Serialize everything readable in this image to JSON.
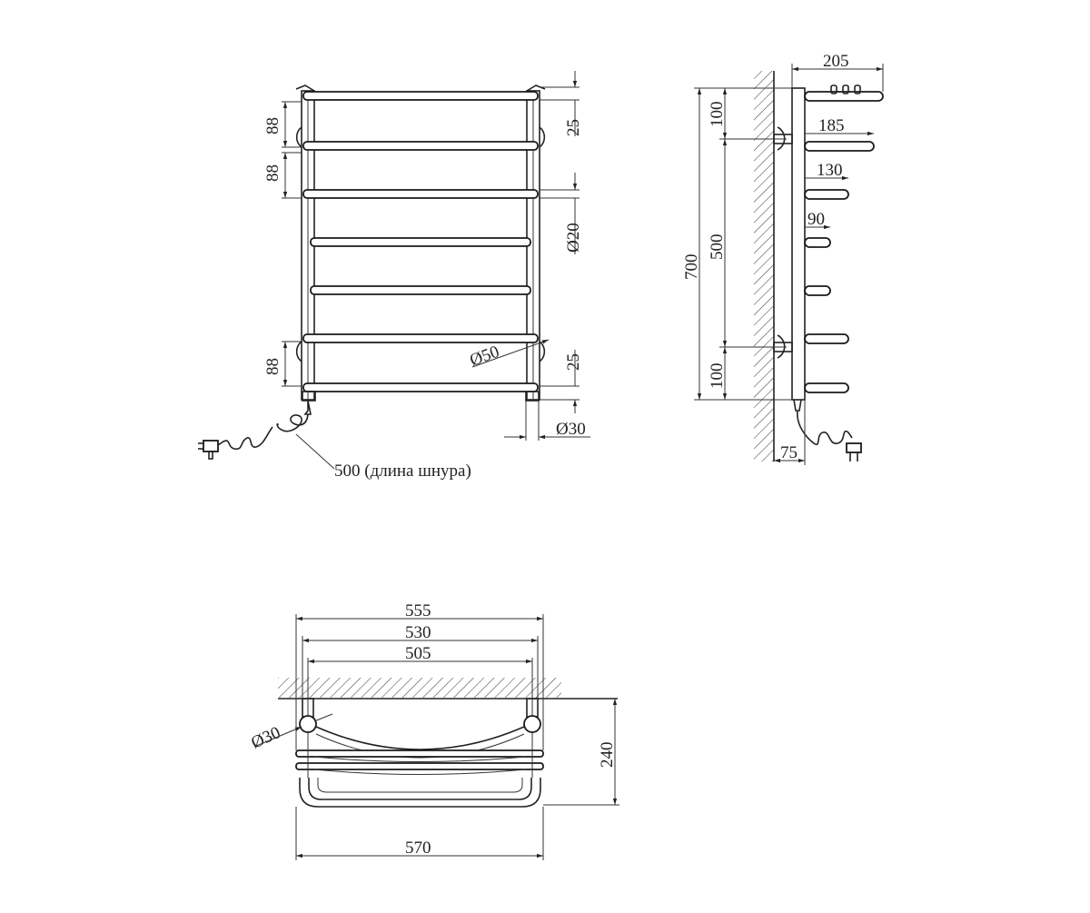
{
  "front_view": {
    "dim_88_top": "88",
    "dim_88_mid": "88",
    "dim_88_bottom": "88",
    "dim_25_top": "25",
    "dim_25_bottom": "25",
    "dim_d20": "Ø20",
    "dim_d50": "Ø50",
    "dim_d30": "Ø30",
    "cord_length": "500 (длина шнура)"
  },
  "side_view": {
    "dim_205": "205",
    "dim_185": "185",
    "dim_130": "130",
    "dim_90": "90",
    "dim_700": "700",
    "dim_100_top": "100",
    "dim_500": "500",
    "dim_100_bottom": "100",
    "dim_75": "75"
  },
  "top_view": {
    "dim_555": "555",
    "dim_530": "530",
    "dim_505": "505",
    "dim_570": "570",
    "dim_240": "240",
    "dim_d30": "Ø30"
  }
}
